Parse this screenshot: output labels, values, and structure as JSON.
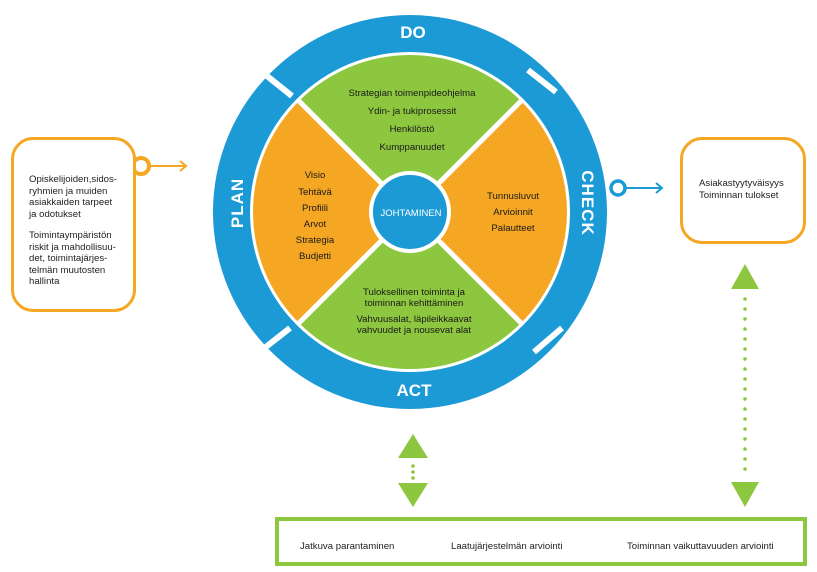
{
  "colors": {
    "ring_blue": "#1b9ad6",
    "segment_green": "#8dc63f",
    "segment_orange": "#f5a623",
    "center_blue": "#1b9ad6",
    "text_white": "#ffffff",
    "box_border_orange": "#f5a623",
    "arrow_green": "#8dc63f"
  },
  "cycle": {
    "do_label": "DO",
    "plan_label": "PLAN",
    "check_label": "CHECK",
    "act_label": "ACT"
  },
  "center": {
    "label": "JOHTAMINEN"
  },
  "segments": {
    "top": {
      "lines": [
        "Strategian toimenpideohjelma",
        "Ydin- ja tukiprosessit",
        "Henkilöstö",
        "Kumppanuudet"
      ]
    },
    "left": {
      "lines": [
        "Visio",
        "Tehtävä",
        "Profiili",
        "Arvot",
        "Strategia",
        "Budjetti"
      ]
    },
    "right": {
      "lines": [
        "Tunnusluvut",
        "Arvioinnit",
        "Palautteet"
      ]
    },
    "bottom": {
      "lines": [
        "Tuloksellinen toiminta ja",
        "toiminnan kehittäminen",
        "Vahvuusalat, läpileikkaavat",
        "vahvuudet ja nousevat alat"
      ]
    }
  },
  "input_box": {
    "paragraph1": [
      "Opiskelijoiden,sidos-",
      "ryhmien ja muiden",
      "asiakkaiden tarpeet",
      "ja odotukset"
    ],
    "paragraph2": [
      "Toimintaympäristön",
      "riskit ja mahdollisuu-",
      "det, toimintajärjes-",
      "telmän muutosten",
      "hallinta"
    ]
  },
  "output_box": {
    "lines": [
      "Asiakastyytyväisyys",
      "Toiminnan tulokset"
    ]
  },
  "bottom_bar": {
    "items": [
      "Jatkuva parantaminen",
      "Laatujärjestelmän arviointi",
      "Toiminnan vaikuttavuuden arviointi"
    ]
  }
}
